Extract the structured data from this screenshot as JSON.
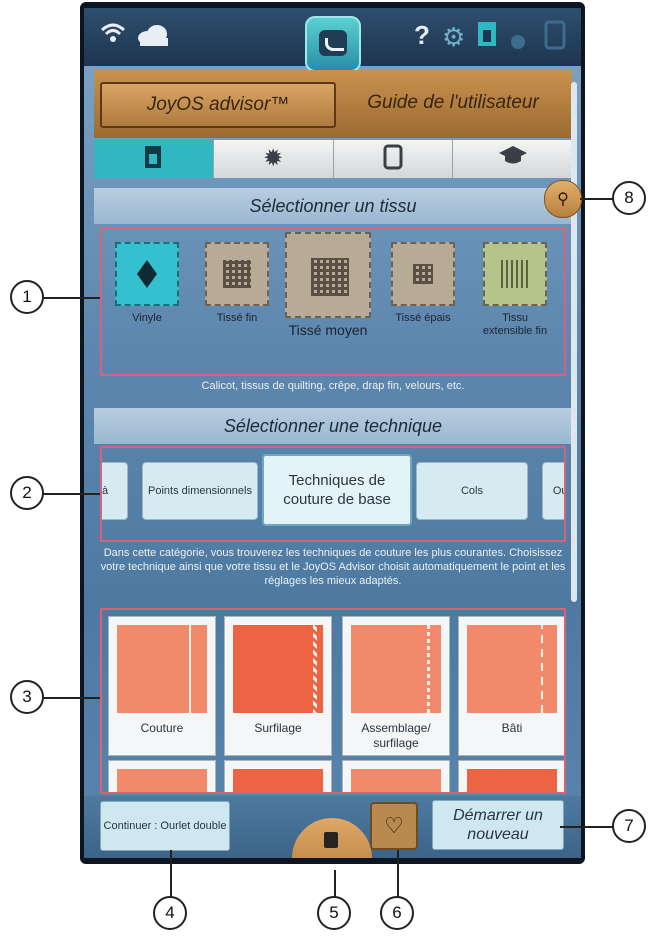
{
  "header": {
    "status_icons": [
      "wifi-icon",
      "cloud-icon",
      "help-icon",
      "settings-icon",
      "jotter-icon",
      "dot-icon",
      "tablet-icon"
    ],
    "help_glyph": "?"
  },
  "tabs": {
    "advisor": "JoyOS advisor™",
    "guide": "Guide de l'utilisateur"
  },
  "category_tabs": [
    "presser-foot-icon",
    "sun-icon",
    "tablet-icon",
    "graduation-cap-icon"
  ],
  "fabric_section": {
    "title": "Sélectionner un tissu",
    "fabrics": [
      {
        "label": "Vinyle"
      },
      {
        "label": "Tissé fin"
      },
      {
        "label": "Tissé moyen"
      },
      {
        "label": "Tissé épais"
      },
      {
        "label": "Tissu extensible fin"
      }
    ],
    "description": "Calicot, tissus de quilting, crêpe, drap fin, velours, etc."
  },
  "technique_section": {
    "title": "Sélectionner une technique",
    "techniques": [
      {
        "label": "à"
      },
      {
        "label": "Points dimensionnels"
      },
      {
        "label": "Techniques de couture de base"
      },
      {
        "label": "Cols"
      },
      {
        "label": "Our"
      }
    ],
    "description": "Dans cette catégorie, vous trouverez les techniques de couture les plus courantes. Choisissez votre technique ainsi que votre tissu et le JoyOS Advisor choisit automatiquement le point et les réglages les mieux adaptés."
  },
  "stitches": [
    {
      "label": "Couture"
    },
    {
      "label": "Surfilage"
    },
    {
      "label": "Assemblage/ surfilage"
    },
    {
      "label": "Bâti"
    }
  ],
  "bottom": {
    "continue_label": "Continuer : Ourlet double",
    "new_label": "Démarrer un nouveau"
  },
  "callouts": [
    "1",
    "2",
    "3",
    "4",
    "5",
    "6",
    "7",
    "8"
  ]
}
